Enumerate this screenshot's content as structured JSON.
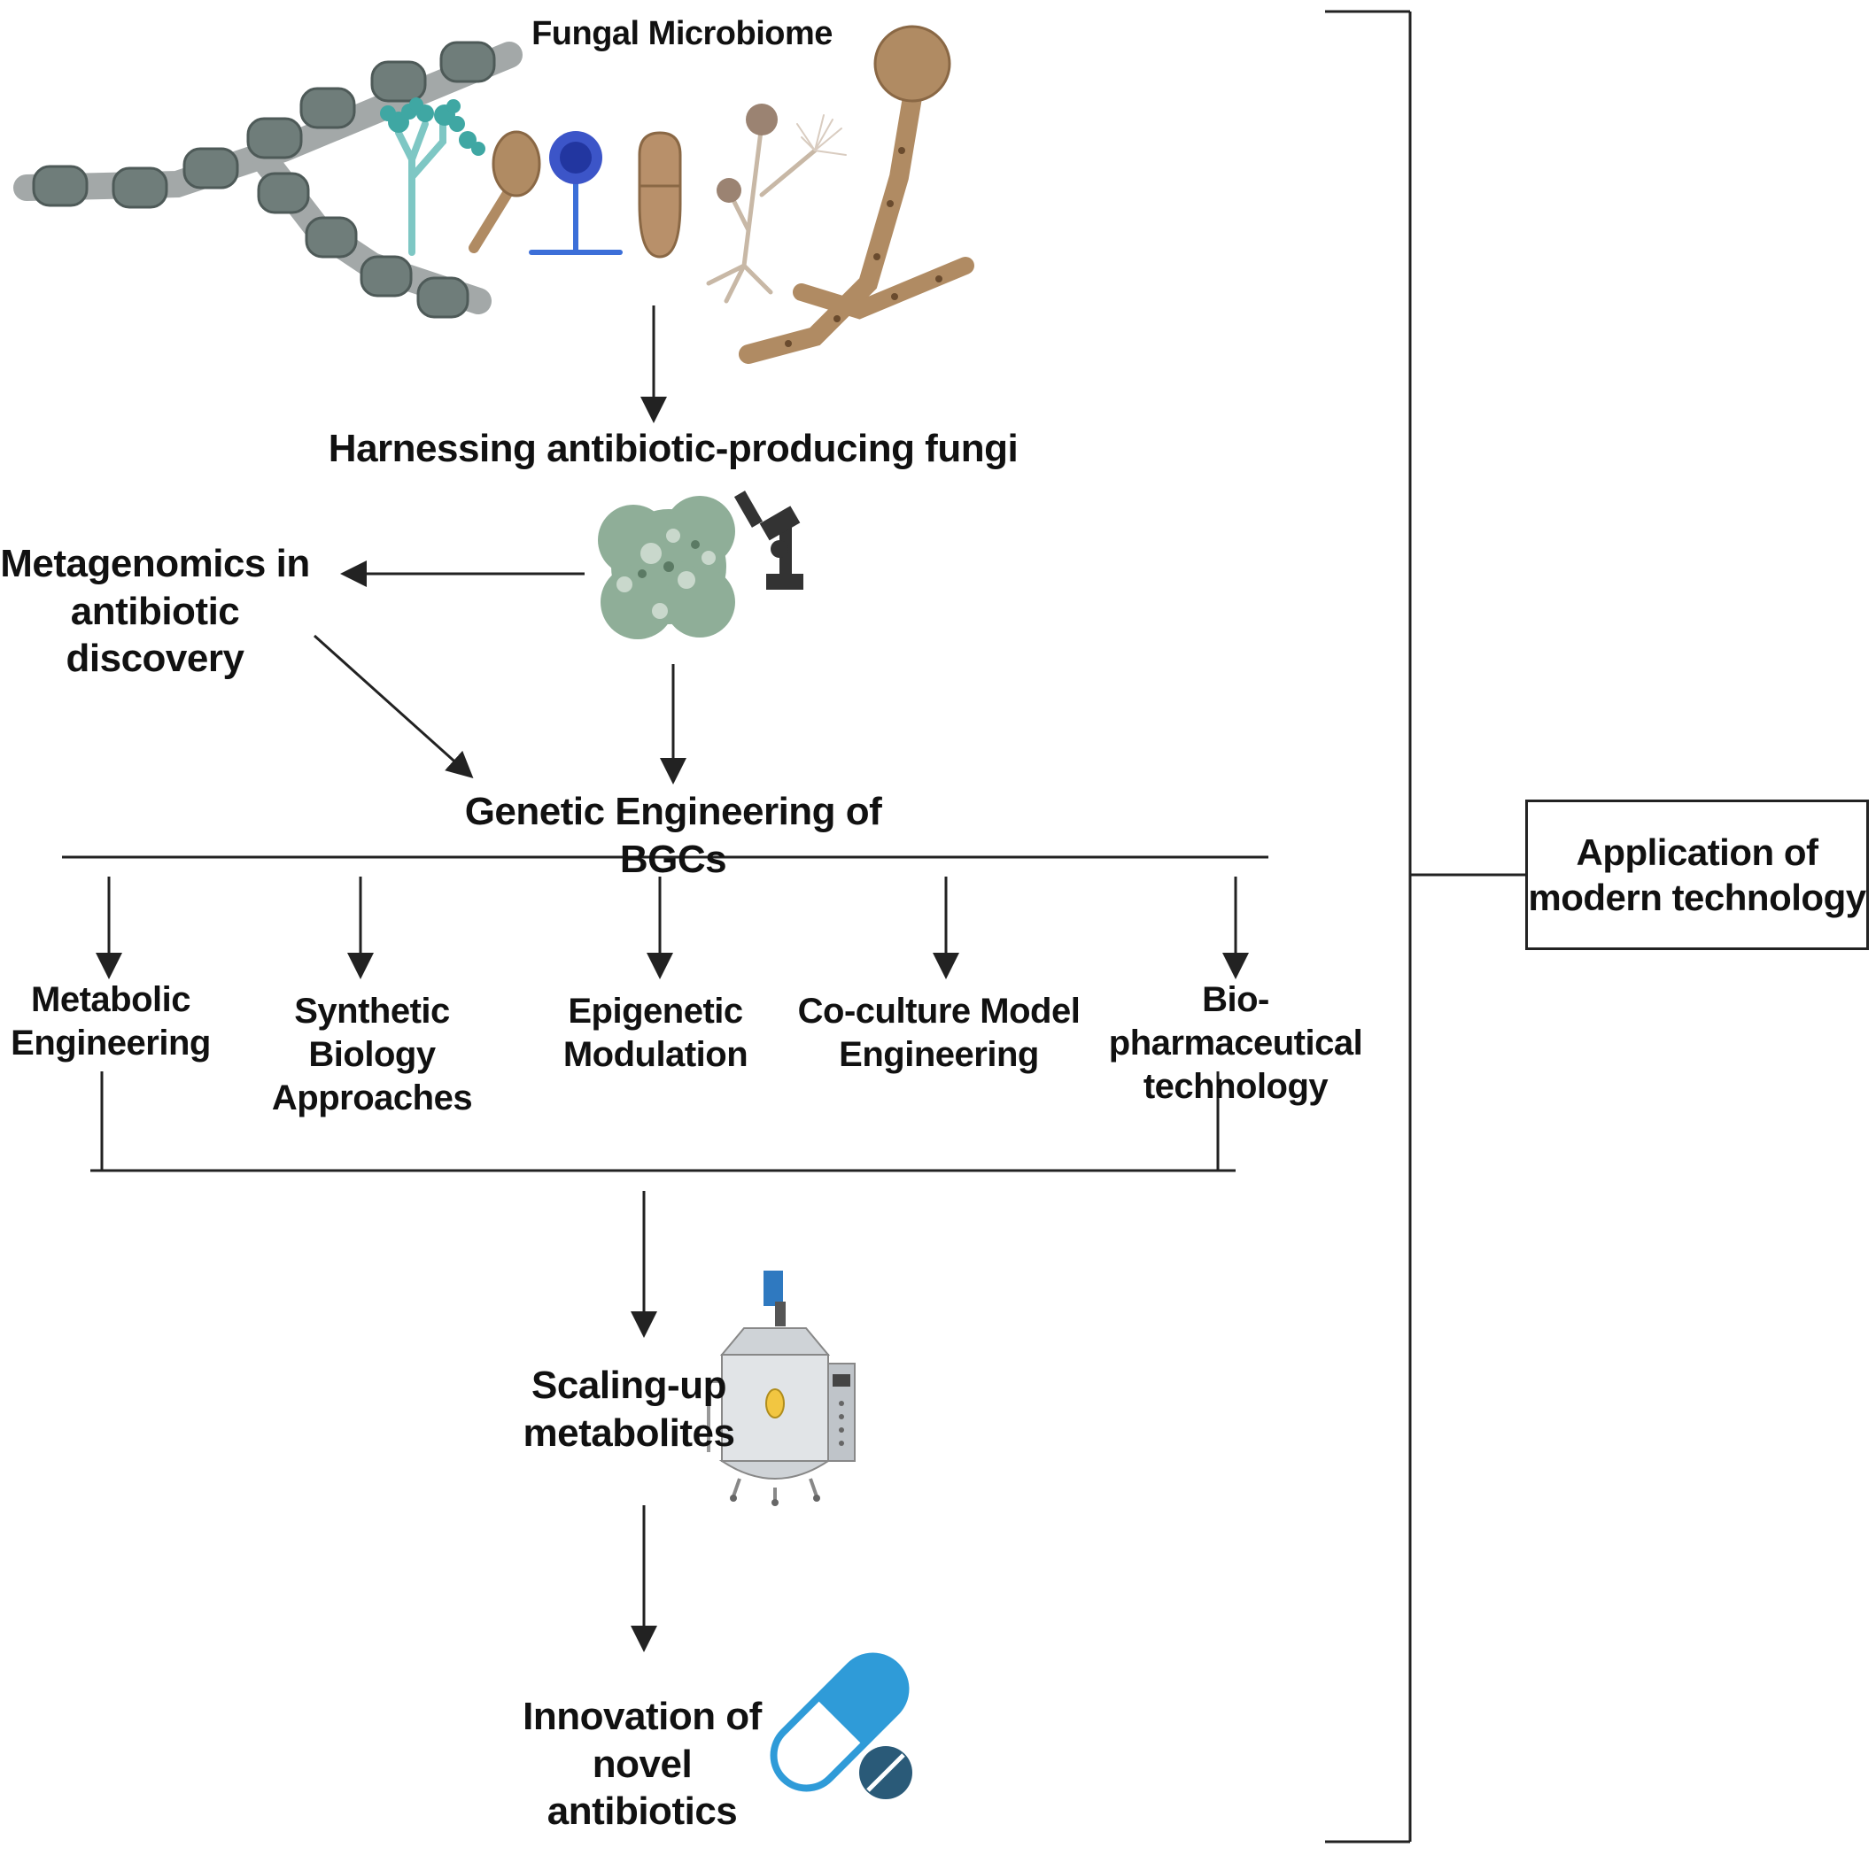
{
  "diagram": {
    "title": "Fungal Microbiome",
    "harnessing": "Harnessing antibiotic-producing fungi",
    "metagenomics": "Metagenomics in\nantibiotic discovery",
    "genetic_engineering": "Genetic Engineering of BGCs",
    "branches": [
      {
        "label": "Metabolic\nEngineering"
      },
      {
        "label": "Synthetic Biology\nApproaches"
      },
      {
        "label": "Epigenetic\nModulation"
      },
      {
        "label": "Co-culture Model\nEngineering"
      },
      {
        "label": "Bio-pharmaceutical\ntechnology"
      }
    ],
    "scaling": "Scaling-up\nmetabolites",
    "innovation": "Innovation of\nnovel antibiotics",
    "side_box": "Application of\nmodern technology"
  },
  "colors": {
    "line": "#222222",
    "hypha_grey": "#9ea3a3",
    "cell_grey": "#6f7d7a",
    "fungus_brown": "#b08b63",
    "teal": "#5fb3b0",
    "blue_spore": "#3c55c8",
    "capsule_blue": "#2f9bd8",
    "tablet_navy": "#2a5a78",
    "culture_green": "#8fae98"
  }
}
